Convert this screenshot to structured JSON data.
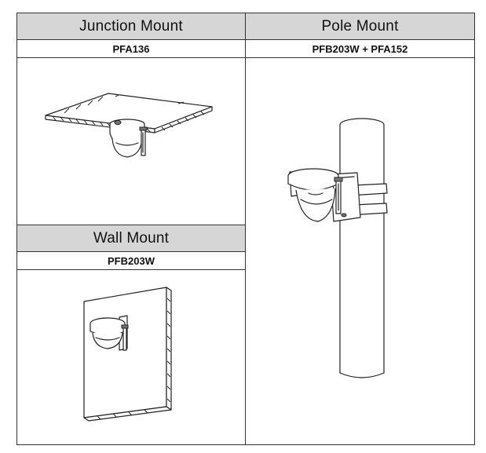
{
  "table": {
    "junction": {
      "title": "Junction Mount",
      "model": "PFA136"
    },
    "pole": {
      "title": "Pole Mount",
      "model": "PFB203W + PFA152"
    },
    "wall": {
      "title": "Wall Mount",
      "model": "PFB203W"
    }
  },
  "colors": {
    "header_bg": "#d6d6d6",
    "border": "#333333"
  }
}
